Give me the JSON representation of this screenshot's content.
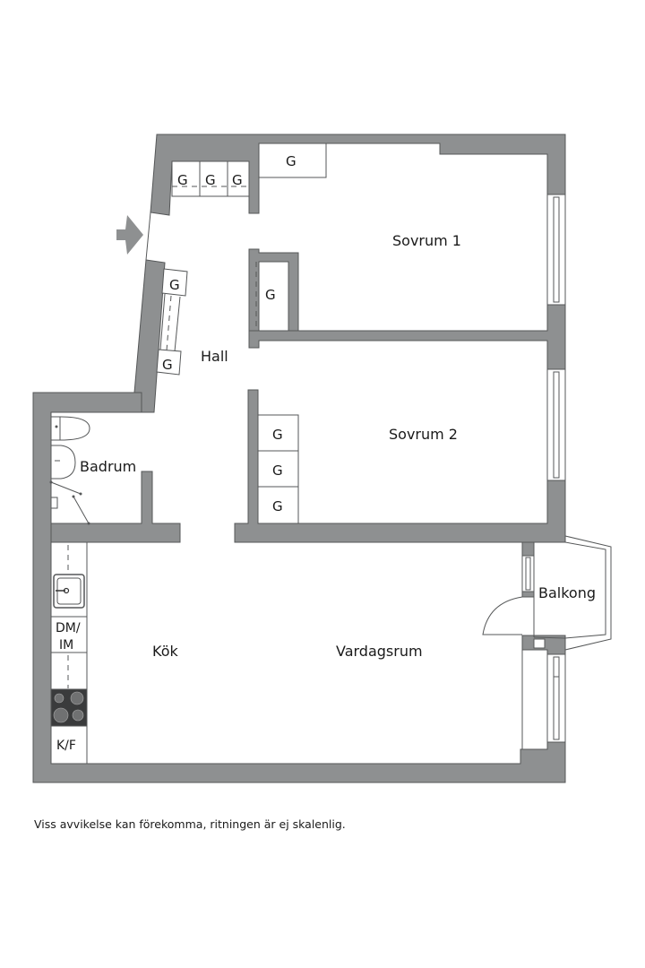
{
  "plan": {
    "rooms": {
      "sovrum1": "Sovrum 1",
      "sovrum2": "Sovrum 2",
      "hall": "Hall",
      "badrum": "Badrum",
      "kok": "Kök",
      "vardagsrum": "Vardagsrum",
      "balkong": "Balkong"
    },
    "storage_label": "G",
    "appliances": {
      "dishwasher_line1": "DM/",
      "dishwasher_line2": "IM",
      "fridge_freezer": "K/F"
    },
    "icons": {
      "entrance": "entrance-arrow-icon",
      "stove": "stove-icon",
      "sink": "sink-icon",
      "toilet": "toilet-icon",
      "washbasin": "washbasin-icon",
      "shower": "shower-icon"
    },
    "colors": {
      "wall": "#8e9091",
      "outline": "#555758",
      "stove": "#3a3b3c"
    }
  },
  "footer": {
    "disclaimer": "Viss avvikelse kan förekomma, ritningen är ej skalenlig."
  }
}
